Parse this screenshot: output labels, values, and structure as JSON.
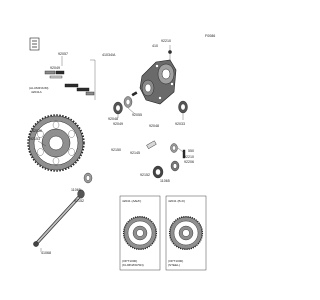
{
  "figure_code": "F0086",
  "labels": {
    "l92057": "92057",
    "l92049": "92049",
    "l41034": "41034/A",
    "l410": "410",
    "l92210": "92210",
    "l42036": "42036",
    "l92153": "92153",
    "l92048": "92048",
    "l92055": "92055",
    "l92049b": "92049",
    "l92150": "92150",
    "l92048b": "92048",
    "l92033": "92033",
    "l92210b": "92210",
    "l92206": "92206",
    "l550": "550",
    "l92145": "92145",
    "l92152": "92152",
    "l11065": "11065",
    "l11065b": "11065",
    "l92152b": "92152",
    "l41068": "41068",
    "l42041a": "42041 (A/E/F)",
    "l42041b": "42041 (B-D)",
    "opt_a1": "(OPT1000)",
    "opt_a2": "(KL/MN/FR/SN)",
    "opt_b1": "(OPT1000)",
    "opt_b2": "(STEEL)",
    "alum1": "(ALUMINIUM)",
    "alum2": "42041A"
  },
  "icons": {
    "logo": "kawasaki-box-logo-icon"
  }
}
